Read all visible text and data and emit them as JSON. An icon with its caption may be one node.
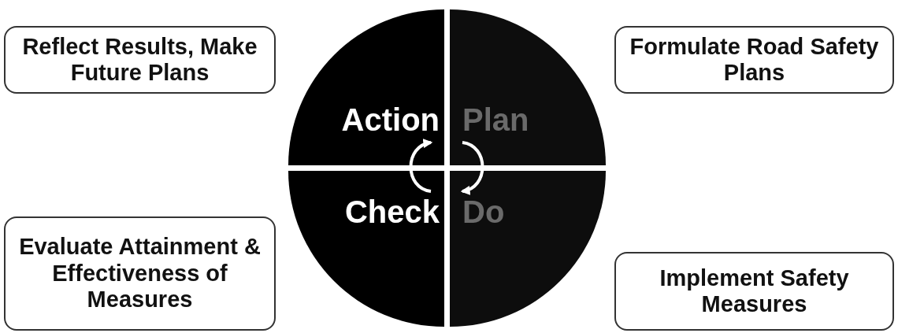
{
  "diagram": {
    "nodes": [
      {
        "text": [
          "Reflect Results, Make Future Plans"
        ]
      },
      {
        "text": [
          "Action"
        ]
      },
      {
        "text": [
          "Plan"
        ]
      },
      {
        "text": [
          "Formulate Road Safety Plans"
        ]
      },
      {
        "text": [
          "Evaluate Attainment & Effectiveness of Measures"
        ]
      },
      {
        "text": [
          "Check"
        ]
      },
      {
        "text": [
          "Do"
        ]
      },
      {
        "text": [
          "Implement Safety Measures"
        ]
      }
    ],
    "edges": [
      {
        "from": 5,
        "to": 1,
        "arrow": "to"
      },
      {
        "from": 2,
        "to": 6,
        "arrow": "to"
      }
    ]
  }
}
